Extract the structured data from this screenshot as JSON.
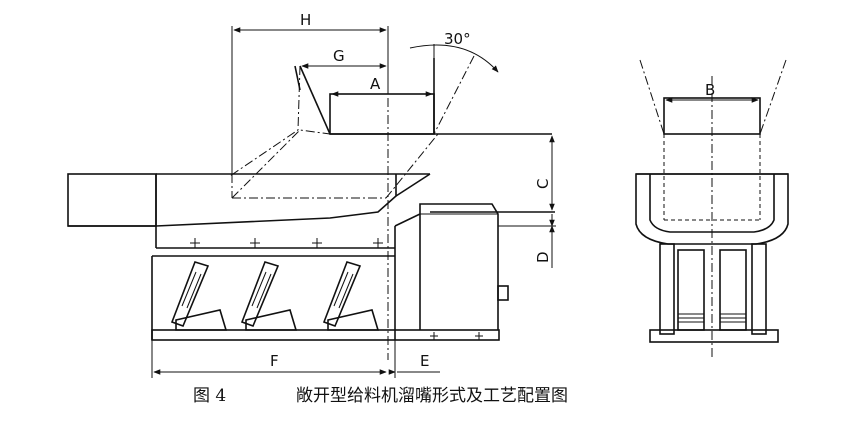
{
  "labels": {
    "H": "H",
    "G": "G",
    "A": "A",
    "angle": "30°",
    "C": "C",
    "D": "D",
    "F": "F",
    "E": "E",
    "B": "B"
  },
  "caption": {
    "figure_number": "图 4",
    "title": "敞开型给料机溜嘴形式及工艺配置图"
  }
}
